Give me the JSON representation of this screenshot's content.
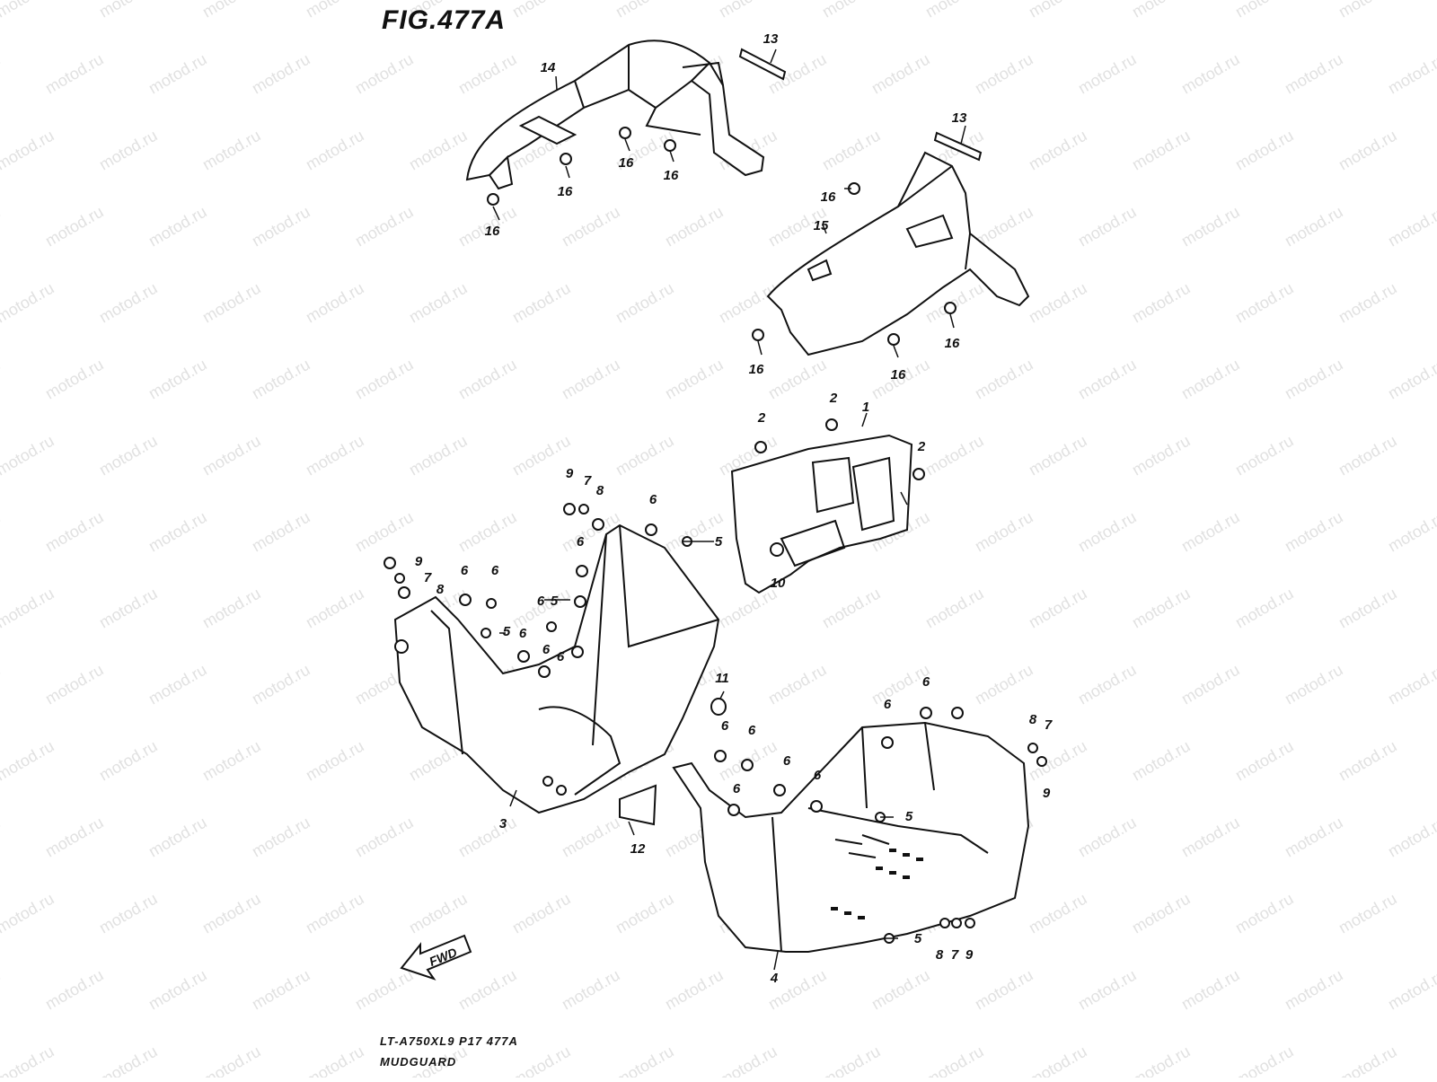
{
  "figure": {
    "title": "FIG.477A",
    "model_code": "LT-A750XL9  P17  477A",
    "section_name": "MUDGUARD",
    "watermark": "motod.ru",
    "direction_label": "FWD"
  },
  "callouts": [
    {
      "id": "c14a",
      "text": "14"
    },
    {
      "id": "c13a",
      "text": "13"
    },
    {
      "id": "c13b",
      "text": "13"
    },
    {
      "id": "c16a",
      "text": "16"
    },
    {
      "id": "c16b",
      "text": "16"
    },
    {
      "id": "c16c",
      "text": "16"
    },
    {
      "id": "c16d",
      "text": "16"
    },
    {
      "id": "c16e",
      "text": "16"
    },
    {
      "id": "c15",
      "text": "15"
    },
    {
      "id": "c16f",
      "text": "16"
    },
    {
      "id": "c16g",
      "text": "16"
    },
    {
      "id": "c16h",
      "text": "16"
    },
    {
      "id": "c2a",
      "text": "2"
    },
    {
      "id": "c2b",
      "text": "2"
    },
    {
      "id": "c1",
      "text": "1"
    },
    {
      "id": "c2c",
      "text": "2"
    },
    {
      "id": "c10",
      "text": "10"
    },
    {
      "id": "c9a",
      "text": "9"
    },
    {
      "id": "c7a",
      "text": "7"
    },
    {
      "id": "c8a",
      "text": "8"
    },
    {
      "id": "c6a",
      "text": "6"
    },
    {
      "id": "c5a",
      "text": "5"
    },
    {
      "id": "c6b",
      "text": "6"
    },
    {
      "id": "c9b",
      "text": "9"
    },
    {
      "id": "c7b",
      "text": "7"
    },
    {
      "id": "c8b",
      "text": "8"
    },
    {
      "id": "c6c",
      "text": "6"
    },
    {
      "id": "c6d",
      "text": "6"
    },
    {
      "id": "c6e",
      "text": "6"
    },
    {
      "id": "c5b",
      "text": "5"
    },
    {
      "id": "c5c",
      "text": "5"
    },
    {
      "id": "c6f",
      "text": "6"
    },
    {
      "id": "c6g",
      "text": "6"
    },
    {
      "id": "c6h",
      "text": "6"
    },
    {
      "id": "c3",
      "text": "3"
    },
    {
      "id": "c11",
      "text": "11"
    },
    {
      "id": "c12",
      "text": "12"
    },
    {
      "id": "c6i",
      "text": "6"
    },
    {
      "id": "c6j",
      "text": "6"
    },
    {
      "id": "c6k",
      "text": "6"
    },
    {
      "id": "c6l",
      "text": "6"
    },
    {
      "id": "c6m",
      "text": "6"
    },
    {
      "id": "c6n",
      "text": "6"
    },
    {
      "id": "c6o",
      "text": "6"
    },
    {
      "id": "c8c",
      "text": "8"
    },
    {
      "id": "c7c",
      "text": "7"
    },
    {
      "id": "c9c",
      "text": "9"
    },
    {
      "id": "c5d",
      "text": "5"
    },
    {
      "id": "c5e",
      "text": "5"
    },
    {
      "id": "c8d",
      "text": "8"
    },
    {
      "id": "c7d",
      "text": "7"
    },
    {
      "id": "c9d",
      "text": "9"
    },
    {
      "id": "c4",
      "text": "4"
    }
  ]
}
